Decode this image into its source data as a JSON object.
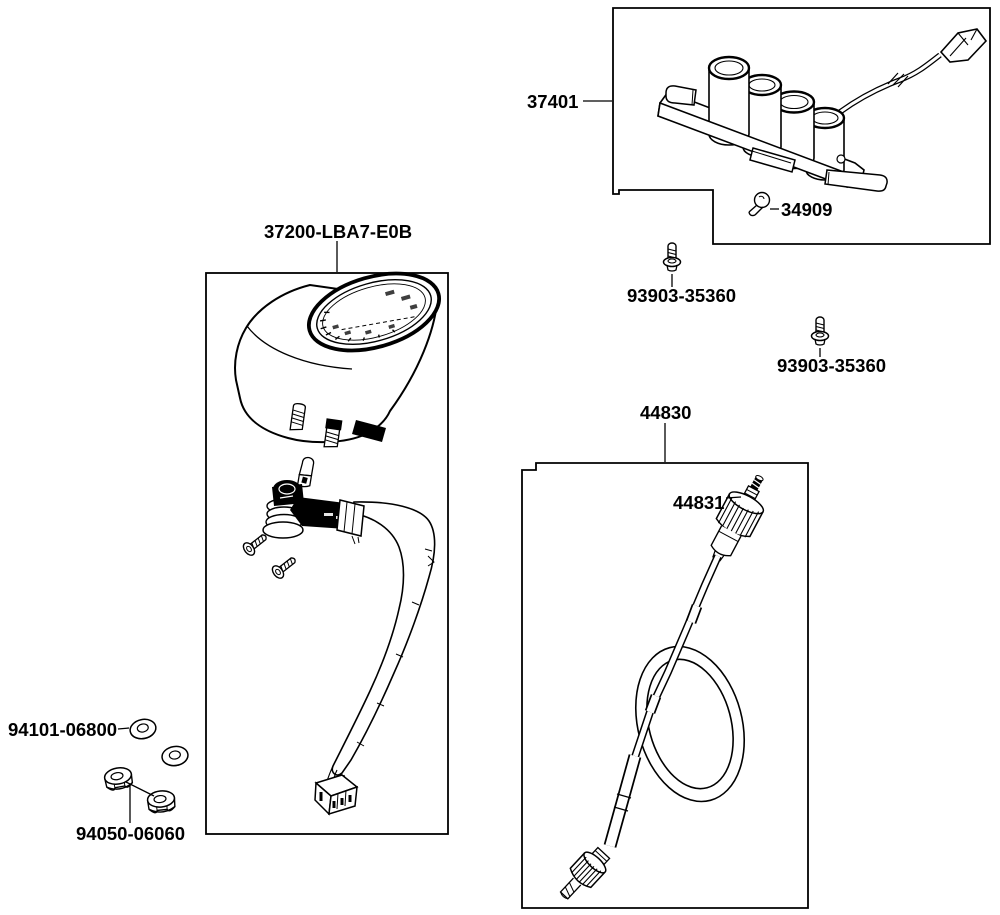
{
  "diagram": {
    "background_color": "#ffffff",
    "line_color": "#000000",
    "parts": {
      "indicator_panel": {
        "part_number": "37401"
      },
      "bulb": {
        "part_number": "34909"
      },
      "screw_upper": {
        "part_number": "93903-35360"
      },
      "screw_lower": {
        "part_number": "93903-35360"
      },
      "speedometer": {
        "part_number": "37200-LBA7-E0B"
      },
      "cable": {
        "part_number": "44830"
      },
      "cable_joint": {
        "part_number": "44831"
      },
      "washer": {
        "part_number": "94101-06800"
      },
      "nut": {
        "part_number": "94050-06060"
      }
    }
  }
}
